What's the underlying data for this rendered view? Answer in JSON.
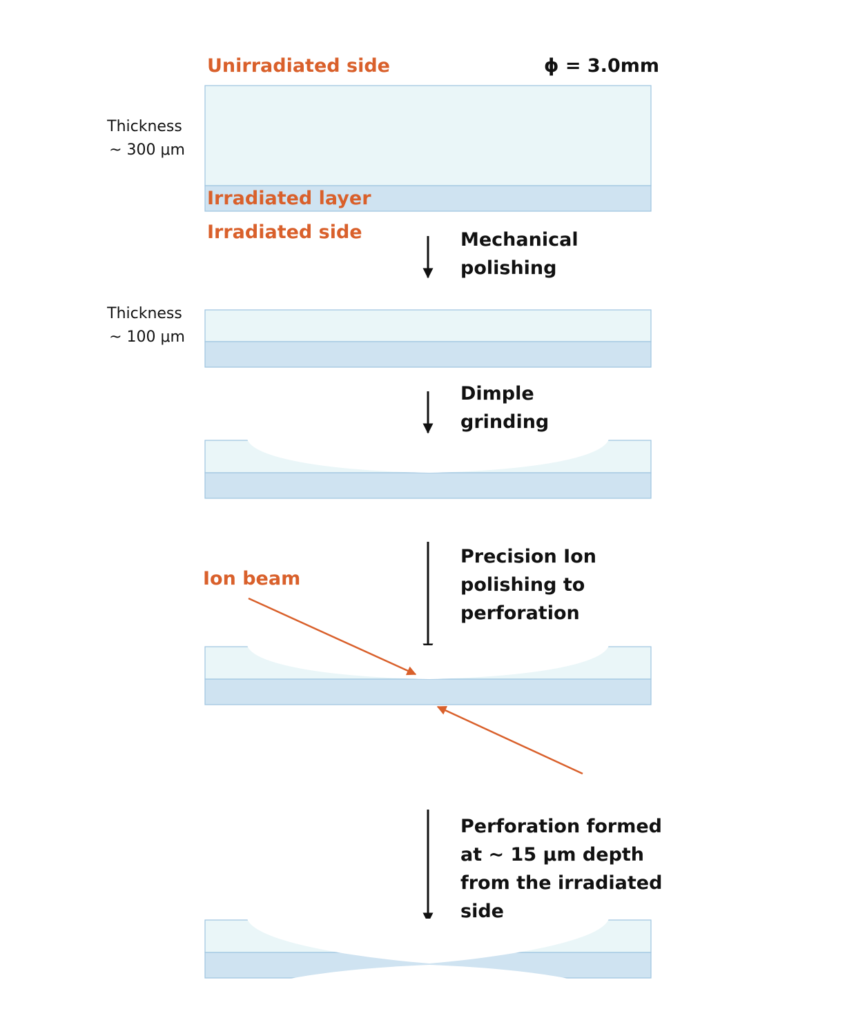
{
  "colors": {
    "accent": "#d9602b",
    "upper_layer": "#eaf6f8",
    "irradiated_layer": "#cfe3f1",
    "border": "#9cc3df",
    "arrow": "#111111"
  },
  "top_labels": {
    "unirradiated_side": "Unirradiated side",
    "diameter": "ϕ = 3.0mm",
    "irradiated_layer": "Irradiated layer",
    "irradiated_side": "Irradiated side"
  },
  "thickness_labels": {
    "initial": {
      "line1": "Thickness",
      "line2": "~ 300 μm"
    },
    "after_polishing": {
      "line1": "Thickness",
      "line2": "~ 100 μm"
    }
  },
  "steps": [
    {
      "lines": [
        "Mechanical",
        "polishing"
      ]
    },
    {
      "lines": [
        "Dimple",
        "grinding"
      ]
    },
    {
      "lines": [
        "Precision Ion",
        "polishing to",
        "perforation"
      ]
    },
    {
      "lines": [
        "Perforation formed",
        "at ~ 15 μm depth",
        "from the irradiated",
        "side"
      ]
    }
  ],
  "ion_beam_label": "Ion beam"
}
